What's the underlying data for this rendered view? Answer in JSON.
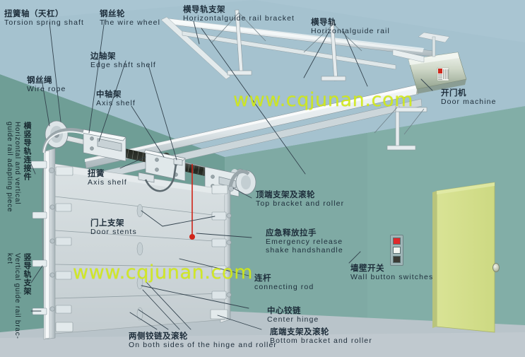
{
  "diagram": {
    "title": "Sectional garage door components diagram",
    "watermarks": [
      {
        "text": "www.cqjunan.com",
        "color": "#d2ea18"
      },
      {
        "text": "www.cqjunan.com",
        "color": "#d2ea18"
      }
    ],
    "colors": {
      "ceiling": "#a9c5d2",
      "wall_back": "#6f9e96",
      "wall_right": "#7faaa4",
      "floor": "#b8c3c9",
      "door_panel": "#cdd6d9",
      "metal": "#e7ecee",
      "metal_shade": "#b9c4c8",
      "side_door": "#d5e08c",
      "spring": "#2b2f2c",
      "label_text": "#1d2d3a",
      "leader_line": "#33434e",
      "accent_red": "#d02418"
    },
    "labels": [
      {
        "id": "torsion-spring-shaft",
        "cn": "扭簧轴（天杠）",
        "en": "Torsion spring shaft"
      },
      {
        "id": "wire-wheel",
        "cn": "钢丝轮",
        "en": "The wire wheel"
      },
      {
        "id": "horizontal-guide-rail-bracket",
        "cn": "横导轨支架",
        "en": "Horizontalguide rail  bracket"
      },
      {
        "id": "horizontal-guide-rail",
        "cn": "横导轨",
        "en": "Horizontalguide rail"
      },
      {
        "id": "edge-shaft-shelf",
        "cn": "边轴架",
        "en": "Edge shaft shelf"
      },
      {
        "id": "wire-rope",
        "cn": "钢丝绳",
        "en": "Wire rope"
      },
      {
        "id": "axis-shelf-center",
        "cn": "中轴架",
        "en": "Axis shelf"
      },
      {
        "id": "door-machine",
        "cn": "开门机",
        "en": "Door machine"
      },
      {
        "id": "torsion-spring",
        "cn": "扭簧",
        "en": "Axis shelf"
      },
      {
        "id": "door-stents",
        "cn": "门上支架",
        "en": "Door stents"
      },
      {
        "id": "top-bracket-roller",
        "cn": "顶端支架及滚轮",
        "en": "Top bracket and roller"
      },
      {
        "id": "emergency-release",
        "cn": "应急释放拉手",
        "en": "Emergency release shake handshandle",
        "en_line1": "Emergency release",
        "en_line2": "shake handshandle"
      },
      {
        "id": "wall-button-switches",
        "cn": "墙壁开关",
        "en": "Wall button switches"
      },
      {
        "id": "connecting-rod",
        "cn": "连杆",
        "en": "connecting rod"
      },
      {
        "id": "center-hinge",
        "cn": "中心铰链",
        "en": "Center hinge"
      },
      {
        "id": "bottom-bracket-roller",
        "cn": "底端支架及滚轮",
        "en": "Bottom bracket and roller"
      },
      {
        "id": "both-sides-hinge-roller",
        "cn": "两侧铰链及滚轮",
        "en": "On both sides of the hinge and roller"
      }
    ],
    "vertical_labels": [
      {
        "id": "adapting-piece",
        "cn": "横竖导轨连接件",
        "en": "Horizontal and vertical",
        "en2": "guide rail adapting piece"
      },
      {
        "id": "vertical-guide-rail-bracket",
        "cn": "竖导轨支架",
        "en": "Vertical guide rail brac-",
        "en2": "ket"
      }
    ],
    "wall_switch": {
      "buttons": [
        {
          "id": "red-button",
          "color": "#e0292c"
        },
        {
          "id": "white-button",
          "color": "#f2f4f0"
        },
        {
          "id": "dark-button",
          "color": "#3b3a34"
        }
      ]
    }
  }
}
